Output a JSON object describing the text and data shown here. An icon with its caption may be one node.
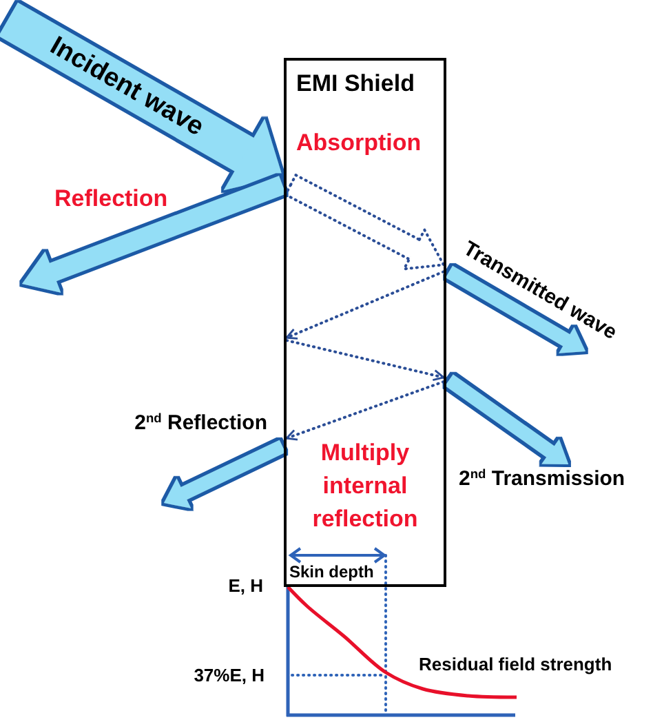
{
  "diagram": {
    "nodes": [
      {
        "text": [
          "EMI Shield",
          "Absorption",
          "Multiply internal reflection"
        ]
      },
      {
        "text": [
          "2$^{nd}$ Transmission"
        ]
      }
    ],
    "edges": [
      {
        "from": null,
        "to": 0,
        "arrow": "to",
        "label": "Incident wave"
      },
      {
        "from": 0,
        "to": null,
        "arrow": "to",
        "label": "Reflection"
      },
      {
        "from": 0,
        "to": null,
        "arrow": "to",
        "label": "Transmitted wave"
      },
      {
        "from": 0,
        "to": null,
        "arrow": "to",
        "label": "2$^{nd}$ Reflection"
      },
      {
        "from": 0,
        "to": 1,
        "arrow": "to"
      },
      {
        "from": 0,
        "to": 0,
        "arrow": "to",
        "style": "dashed",
        "color": "#2a4d96"
      },
      {
        "from": 0,
        "to": 0,
        "arrow": "to",
        "style": "dashed",
        "color": "#2a4d96"
      },
      {
        "from": 0,
        "to": 0,
        "arrow": "to",
        "style": "dashed",
        "color": "#2a4d96"
      },
      {
        "from": 0,
        "to": 0,
        "arrow": "to",
        "style": "dashed",
        "color": "#2a4d96"
      }
    ],
    "labels": [
      "Skin depth",
      "E, H",
      "Residual field strength",
      "37%E, H"
    ]
  }
}
